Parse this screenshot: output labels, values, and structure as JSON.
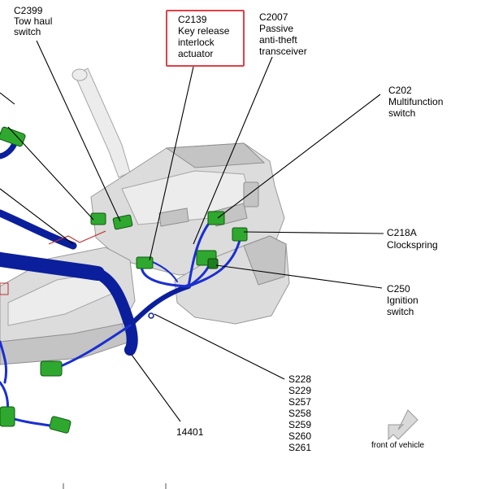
{
  "labels": {
    "c2399": [
      "C2399",
      "Tow haul",
      "switch"
    ],
    "c2139": [
      "C2139",
      "Key release",
      "interlock",
      "actuator"
    ],
    "c2007": [
      "C2007",
      "Passive",
      "anti-theft",
      "transceiver"
    ],
    "c202": [
      "C202",
      "Multifunction",
      "switch"
    ],
    "c218a": [
      "C218A",
      "Clockspring"
    ],
    "c250": [
      "C250",
      "Ignition",
      "switch"
    ],
    "splices": [
      "S228",
      "S229",
      "S257",
      "S258",
      "S259",
      "S260",
      "S261"
    ],
    "harness": [
      "14401"
    ],
    "front": [
      "front of vehicle"
    ]
  },
  "colors": {
    "highlight_box": "#e04048",
    "harness": "#0b1f9c",
    "connector": "#2fa82f",
    "housing": "#dcdcdc"
  },
  "icons": {
    "direction": "front-of-vehicle-arrow-icon"
  }
}
